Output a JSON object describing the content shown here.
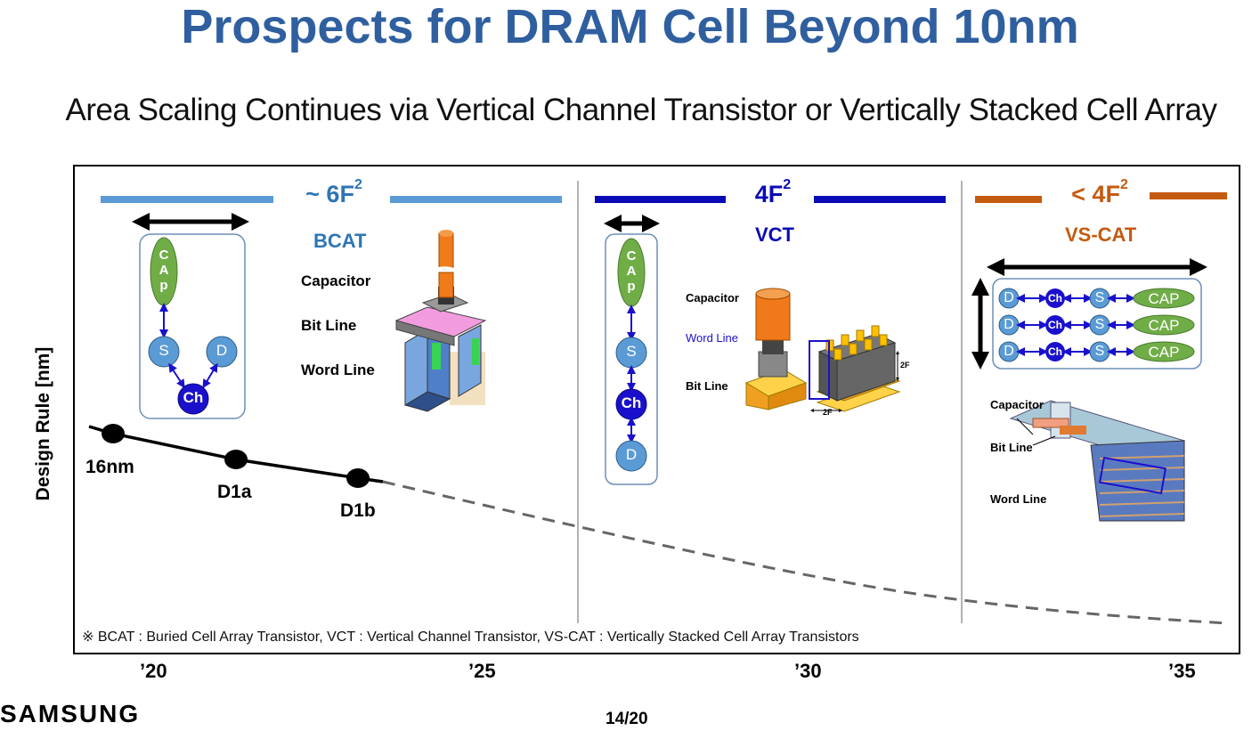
{
  "slide": {
    "title": "Prospects for DRAM Cell Beyond 10nm",
    "subtitle": "Area Scaling Continues via Vertical Channel Transistor or Vertically Stacked Cell Array",
    "footnote": "※ BCAT : Buried Cell Array Transistor, VCT : Vertical Channel Transistor, VS-CAT : Vertically Stacked Cell Array Transistors",
    "logo": "SAMSUNG",
    "page": "14/20"
  },
  "axis": {
    "ylabel": "Design Rule [nm]",
    "xticks": [
      "’20",
      "’25",
      "’30",
      "’35"
    ]
  },
  "nodes": [
    "16nm",
    "D1a",
    "D1b"
  ],
  "sections": [
    {
      "rule_prefix": "~ 6F",
      "rule_exp": "2",
      "name": "BCAT",
      "color": "#5b9bd5",
      "labels": [
        "Capacitor",
        "Bit Line",
        "Word Line"
      ]
    },
    {
      "rule_prefix": "4F",
      "rule_exp": "2",
      "name": "VCT",
      "color": "#0a0ab4",
      "labels": [
        "Capacitor",
        "Word Line",
        "Bit Line"
      ],
      "dims": [
        "2F",
        "2F"
      ]
    },
    {
      "rule_prefix": "< 4F",
      "rule_exp": "2",
      "name": "VS-CAT",
      "color": "#c55a11",
      "labels": [
        "Capacitor",
        "Bit Line",
        "Word Line"
      ]
    }
  ],
  "cell": {
    "cap_letters": [
      "C",
      "A",
      "p"
    ],
    "source": "S",
    "drain": "D",
    "channel": "Ch",
    "cap": "CAP"
  },
  "colors": {
    "title": "#2f5f9f",
    "node_blue": "#5b9bd5",
    "channel_blue": "#1a10cc",
    "cap_green": "#70ad47",
    "vscat_orange": "#c55a11",
    "vct_blue": "#0a0ab4",
    "bcat_blue": "#5b9bd5"
  }
}
